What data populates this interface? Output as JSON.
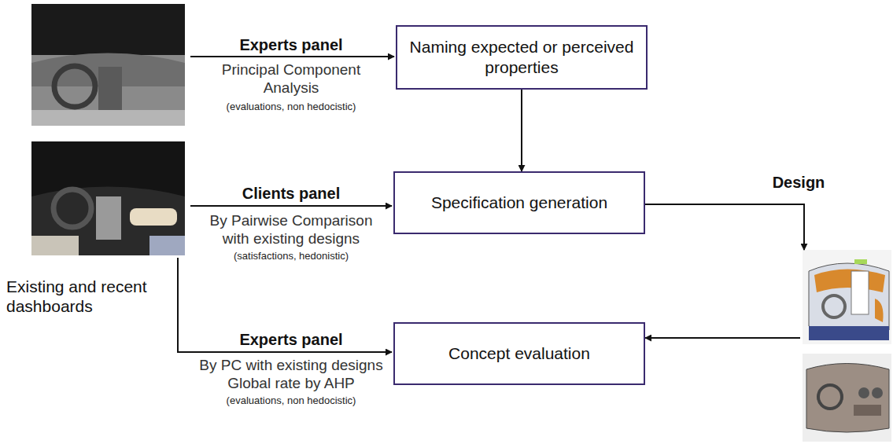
{
  "diagram": {
    "nodes": [
      {
        "text": [
          "Naming expected or perceived properties"
        ]
      },
      {
        "text": [
          "Specification generation"
        ]
      },
      {
        "text": [
          "Concept evaluation"
        ]
      }
    ],
    "edges": [
      {
        "from": 0,
        "to": 1,
        "arrow": "to"
      }
    ],
    "labels": [
      "Experts panel",
      "Principal Component Analysis",
      "(evaluations, non hedocistic)",
      "Clients panel",
      "By Pairwise Comparison with existing designs",
      "(satisfactions, hedonistic)",
      "Existing and recent dashboards",
      "Experts panel",
      "By PC with existing designs",
      "Global rate by AHP",
      "(evaluations, non hedocistic)",
      "Design"
    ]
  }
}
